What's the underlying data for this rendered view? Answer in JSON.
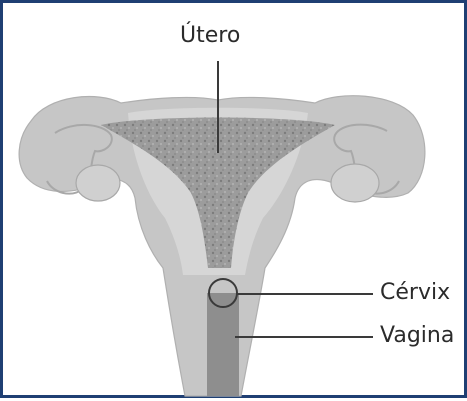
{
  "labels": {
    "utero": "Útero",
    "cervix": "Cérvix",
    "vagina": "Vagina"
  },
  "colors": {
    "border": "#1f3f73",
    "tissue_outer": "#c4c4c4",
    "tissue_inner": "#d8d8d8",
    "cavity": "#9a9a9a",
    "vaginal_canal": "#8a8a8a",
    "leader_line": "#3a3a3a",
    "text": "#2b2b2b"
  }
}
